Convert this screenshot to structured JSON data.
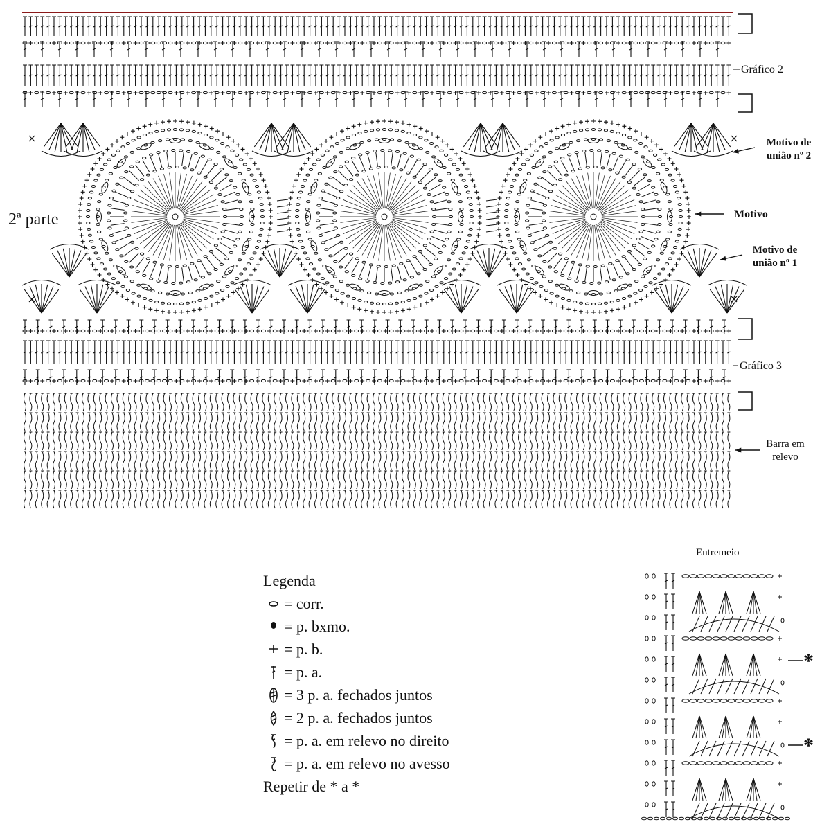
{
  "labels": {
    "part": "2ª parte",
    "grafico2": "Gráfico 2",
    "grafico3": "Gráfico 3",
    "motivo_uniao_2": [
      "Motivo de",
      "união nº 2"
    ],
    "motivo": "Motivo",
    "motivo_uniao_1": [
      "Motivo de",
      "união nº 1"
    ],
    "barra": [
      "Barra em",
      "relevo"
    ],
    "entremeio": "Entremeio",
    "asterisk": "*"
  },
  "legend": {
    "title": "Legenda",
    "items": [
      {
        "icon": "chain-icon",
        "text": "= corr."
      },
      {
        "icon": "slip-stitch-icon",
        "text": "= p. bxmo."
      },
      {
        "icon": "single-crochet-icon",
        "text": "= p. b."
      },
      {
        "icon": "double-crochet-icon",
        "text": "= p. a."
      },
      {
        "icon": "three-dc-cluster-icon",
        "text": "= 3 p. a. fechados juntos"
      },
      {
        "icon": "two-dc-cluster-icon",
        "text": "= 2 p. a. fechados juntos"
      },
      {
        "icon": "front-post-dc-icon",
        "text": "= p. a. em relevo no direito"
      },
      {
        "icon": "back-post-dc-icon",
        "text": "= p. a. em relevo no avesso"
      }
    ],
    "footer": "Repetir de * a *"
  }
}
